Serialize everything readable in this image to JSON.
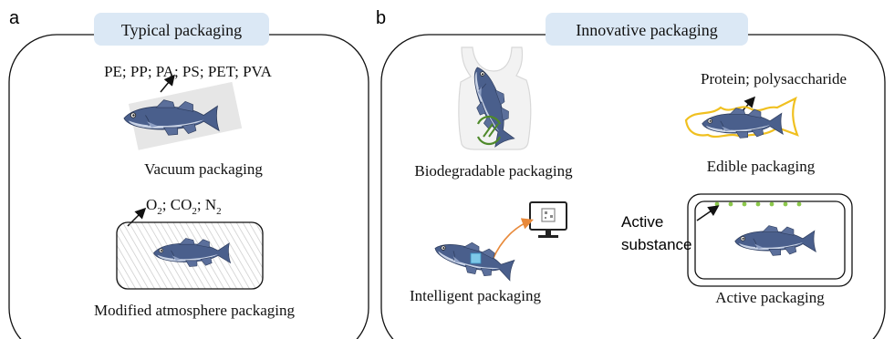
{
  "panel_a": {
    "letter": "a",
    "header": "Typical packaging",
    "materials": "PE; PP; PA; PS; PET; PVA",
    "vacuum_label": "Vacuum packaging",
    "gas_o": "O",
    "gas_sep1": "; CO",
    "gas_sep2": "; N",
    "gas_sub": "2",
    "map_label": "Modified atmosphere packaging"
  },
  "panel_b": {
    "letter": "b",
    "header": "Innovative packaging",
    "biodegradable_label": "Biodegradable packaging",
    "edible_materials": "Protein; polysaccharide",
    "edible_label": "Edible packaging",
    "intelligent_label": "Intelligent packaging",
    "active_substance_line1": "Active",
    "active_substance_line2": "substance",
    "active_label": "Active packaging"
  },
  "colors": {
    "fish_body": "#4a5f8c",
    "fish_belly": "#c9d3e6",
    "header_bg": "#dbe8f5",
    "edible_outline": "#f0c020",
    "arrow_orange": "#e8893a",
    "active_dots": "#8cc84b",
    "recycle_green": "#4f8a2b"
  }
}
